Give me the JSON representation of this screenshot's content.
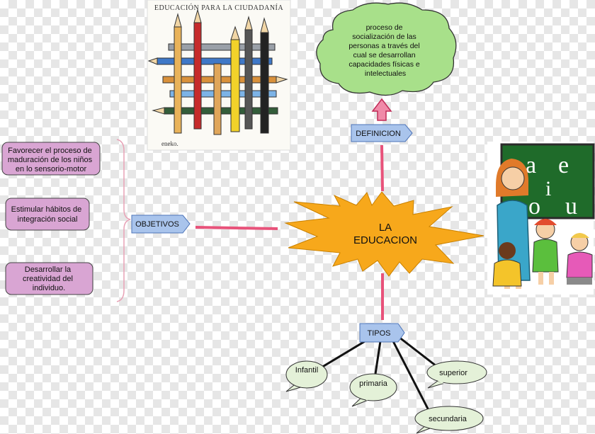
{
  "center": {
    "line1": "LA",
    "line2": "EDUCACION"
  },
  "definicion": {
    "label": "DEFINICION",
    "text": [
      "proceso de",
      "socialización  de las",
      "personas a través del",
      "cual se desarrollan",
      "capacidades físicas e",
      "intelectuales"
    ]
  },
  "objetivos": {
    "label": "OBJETIVOS",
    "items": [
      [
        "Favorecer el proceso de",
        "maduración de los niños",
        "en lo sensorio-motor"
      ],
      [
        "Estimular hábitos de",
        "integración social"
      ],
      [
        "Desarrollar la",
        "creatividad del",
        "individuo."
      ]
    ]
  },
  "tipos": {
    "label": "TIPOS",
    "items": [
      "Infantil",
      "primaria",
      "superior",
      "secundaria"
    ]
  },
  "image_top": {
    "caption": "EDUCACIÓN PARA LA CIUDADANÍA",
    "signature": "eneko."
  },
  "image_right": {
    "letters": [
      "a",
      "e",
      "i",
      "o",
      "u"
    ]
  },
  "colors": {
    "burst": "#f7a81b",
    "blue_label": "#a9c4ec",
    "cloud": "#a8e08a",
    "purple_box": "#d9a5d3",
    "connector_pink": "#e8527a",
    "bubble": "#e4f1d8"
  }
}
